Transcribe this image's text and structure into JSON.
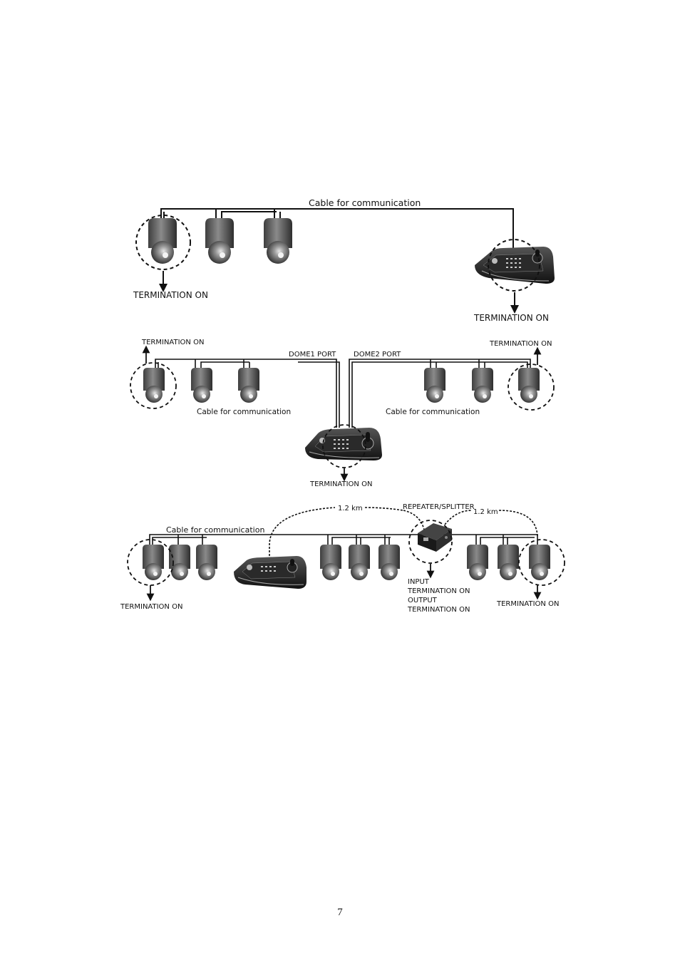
{
  "diagrams": [
    {
      "cable_label": "Cable for communication",
      "termination_left": "TERMINATION ON",
      "termination_keyboard": "TERMINATION ON"
    },
    {
      "termination_left": "TERMINATION ON",
      "termination_right": "TERMINATION ON",
      "termination_keyboard": "TERMINATION ON",
      "dome1_port": "DOME1 PORT",
      "dome2_port": "DOME2 PORT",
      "cable_left": "Cable for communication",
      "cable_right": "Cable for communication"
    },
    {
      "cable_label": "Cable for communication",
      "distance_left": "1.2 km",
      "distance_right": "1.2 km",
      "repeater_label": "REPEATER/SPLITTER",
      "termination_left": "TERMINATION ON",
      "termination_right": "TERMINATION ON",
      "repeater_input": "INPUT",
      "repeater_input_term": "TERMINATION ON",
      "repeater_output": "OUTPUT",
      "repeater_output_term": "TERMINATION ON"
    }
  ],
  "page_number": "7"
}
